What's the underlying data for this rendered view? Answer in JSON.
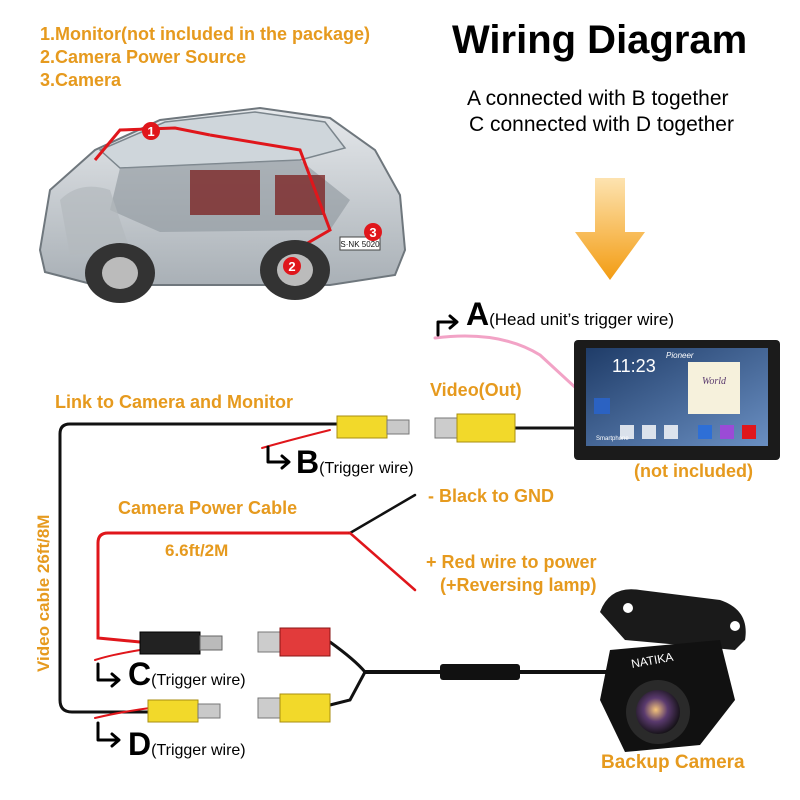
{
  "legend": [
    "1.Monitor(not included in the package)",
    "2.Camera Power Source",
    "3.Camera"
  ],
  "title": "Wiring Diagram",
  "subtitle": [
    "A connected with B together",
    "C connected with D together"
  ],
  "car_markers": [
    "1",
    "2",
    "3"
  ],
  "car_plate": "S·NK 5020",
  "connector_a": {
    "letter": "A",
    "note": "(Head unit’s trigger wire)"
  },
  "connector_b": {
    "letter": "B",
    "note": "(Trigger wire)"
  },
  "connector_c": {
    "letter": "C",
    "note": "(Trigger wire)"
  },
  "connector_d": {
    "letter": "D",
    "note": "(Trigger wire)"
  },
  "labels": {
    "video_out": "Video(Out)",
    "link": "Link to Camera and Monitor",
    "not_included": "(not included)",
    "power_cable": "Camera Power Cable",
    "power_length": "6.6ft/2M",
    "black_gnd": "- Black to GND",
    "red_power": "+ Red wire to power",
    "reversing": "(+Reversing lamp)",
    "video_cable": "Video cable 26ft/8M",
    "backup_camera": "Backup Camera"
  },
  "monitor": {
    "time": "11:23",
    "brand": "Pioneer",
    "album": "World",
    "app_label": "Smartphone"
  },
  "camera_brand": "NATIKA",
  "colors": {
    "orange": "#e69a1e",
    "red_wire": "#e0161b",
    "pink_wire": "#f2a3c6",
    "rca_yellow": "#f2d92a",
    "rca_red": "#e23b3b",
    "cable_black": "#111111"
  },
  "icons": [
    "car-cutaway-illustration",
    "head-unit-monitor",
    "backup-camera",
    "down-arrow-icon",
    "corner-arrow-icon"
  ]
}
